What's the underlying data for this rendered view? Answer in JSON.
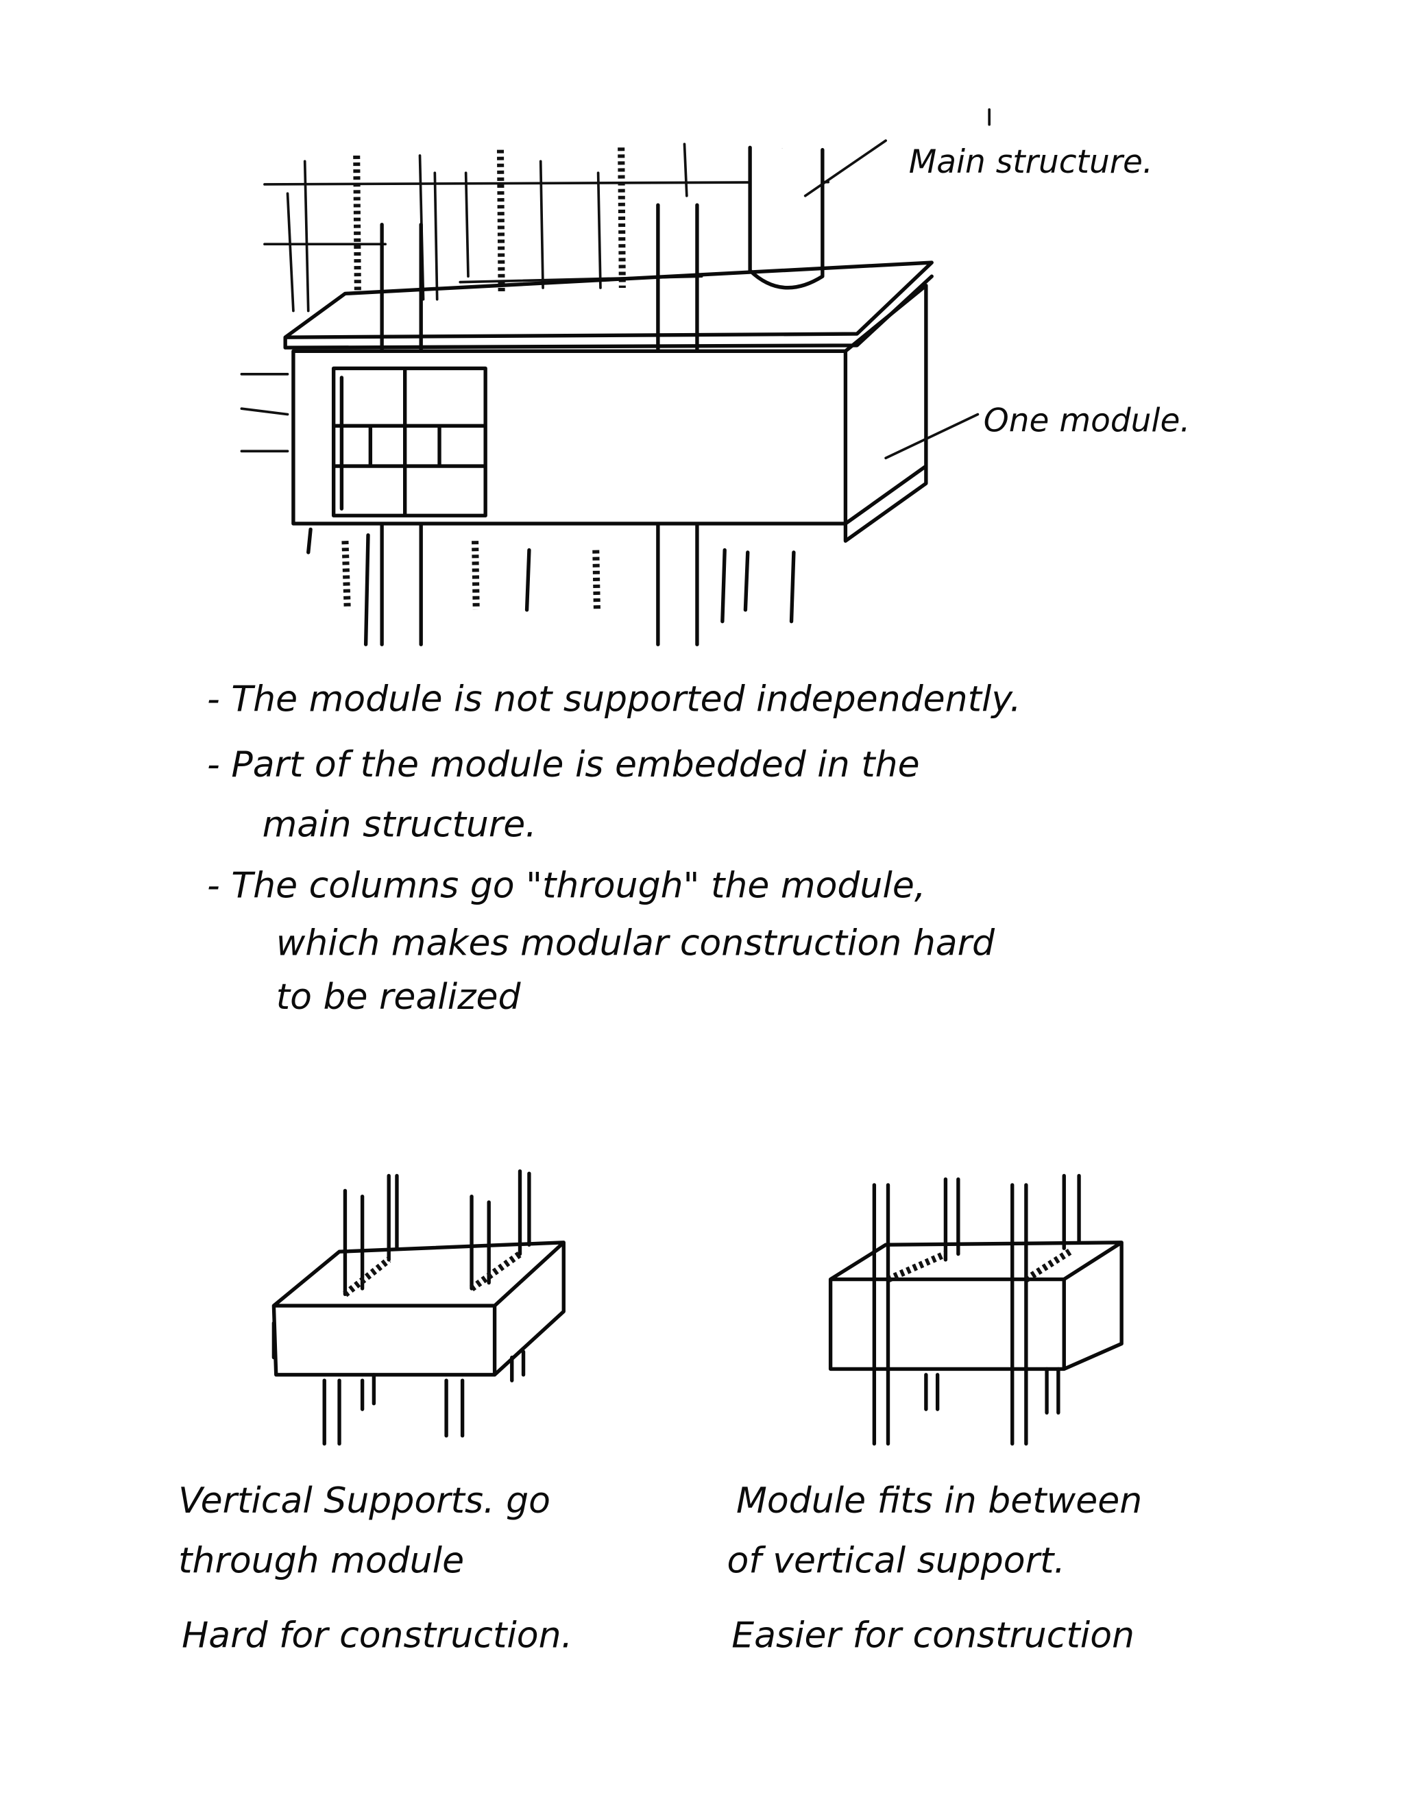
{
  "top_sketch": {
    "labels": {
      "main_structure": "Main structure.",
      "one_module": "One module."
    }
  },
  "notes": [
    "- The module is not supported independently.",
    "- Part of the module is embedded in the",
    "main structure.",
    "- The columns go \"through\" the module,",
    "which makes modular construction hard",
    "to be realized"
  ],
  "comparison": {
    "left": {
      "lines": [
        "Vertical Supports. go",
        "through module"
      ],
      "verdict": "Hard for construction."
    },
    "right": {
      "lines": [
        "Module fits in between",
        "of vertical support."
      ],
      "verdict": "Easier for construction"
    }
  },
  "colors": {
    "ink": "#0b0b0b",
    "paper": "#ffffff"
  }
}
